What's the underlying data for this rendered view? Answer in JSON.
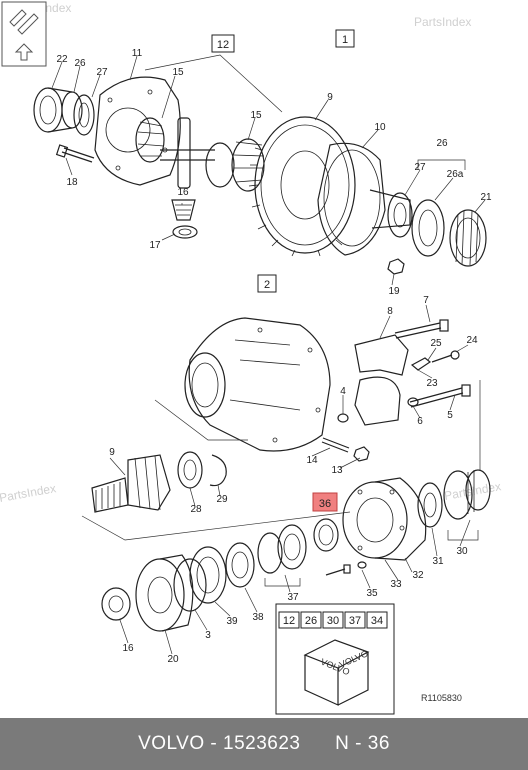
{
  "watermarks": [
    "PartsIndex",
    "PartsIndex",
    "PartsIndex",
    "PartsIndex"
  ],
  "reference_code": "R1105830",
  "kit_labels": [
    "12",
    "26",
    "30",
    "37",
    "34"
  ],
  "box_brand": [
    "VOLVO",
    "VOLVO"
  ],
  "group_labels": {
    "g12": "12",
    "g1": "1",
    "g2": "2",
    "g26": "26"
  },
  "highlight_label": "36",
  "callouts": {
    "c22": "22",
    "c26": "26",
    "c27a": "27",
    "c11": "11",
    "c15a": "15",
    "c15b": "15",
    "c9a": "9",
    "c10": "10",
    "c27b": "27",
    "c26a": "26a",
    "c21": "21",
    "c18": "18",
    "c16a": "16",
    "c17": "17",
    "c19": "19",
    "c8": "8",
    "c7": "7",
    "c25": "25",
    "c24": "24",
    "c23": "23",
    "c4": "4",
    "c6": "6",
    "c5": "5",
    "c14": "14",
    "c13": "13",
    "c9b": "9",
    "c29": "29",
    "c28": "28",
    "c31": "31",
    "c32": "32",
    "c33": "33",
    "c30": "30",
    "c35": "35",
    "c37": "37",
    "c38": "38",
    "c39": "39",
    "c3": "3",
    "c16b": "16",
    "c20": "20"
  },
  "footer": {
    "brand": "VOLVO",
    "part_number": "1523623",
    "position": "N - 36"
  }
}
